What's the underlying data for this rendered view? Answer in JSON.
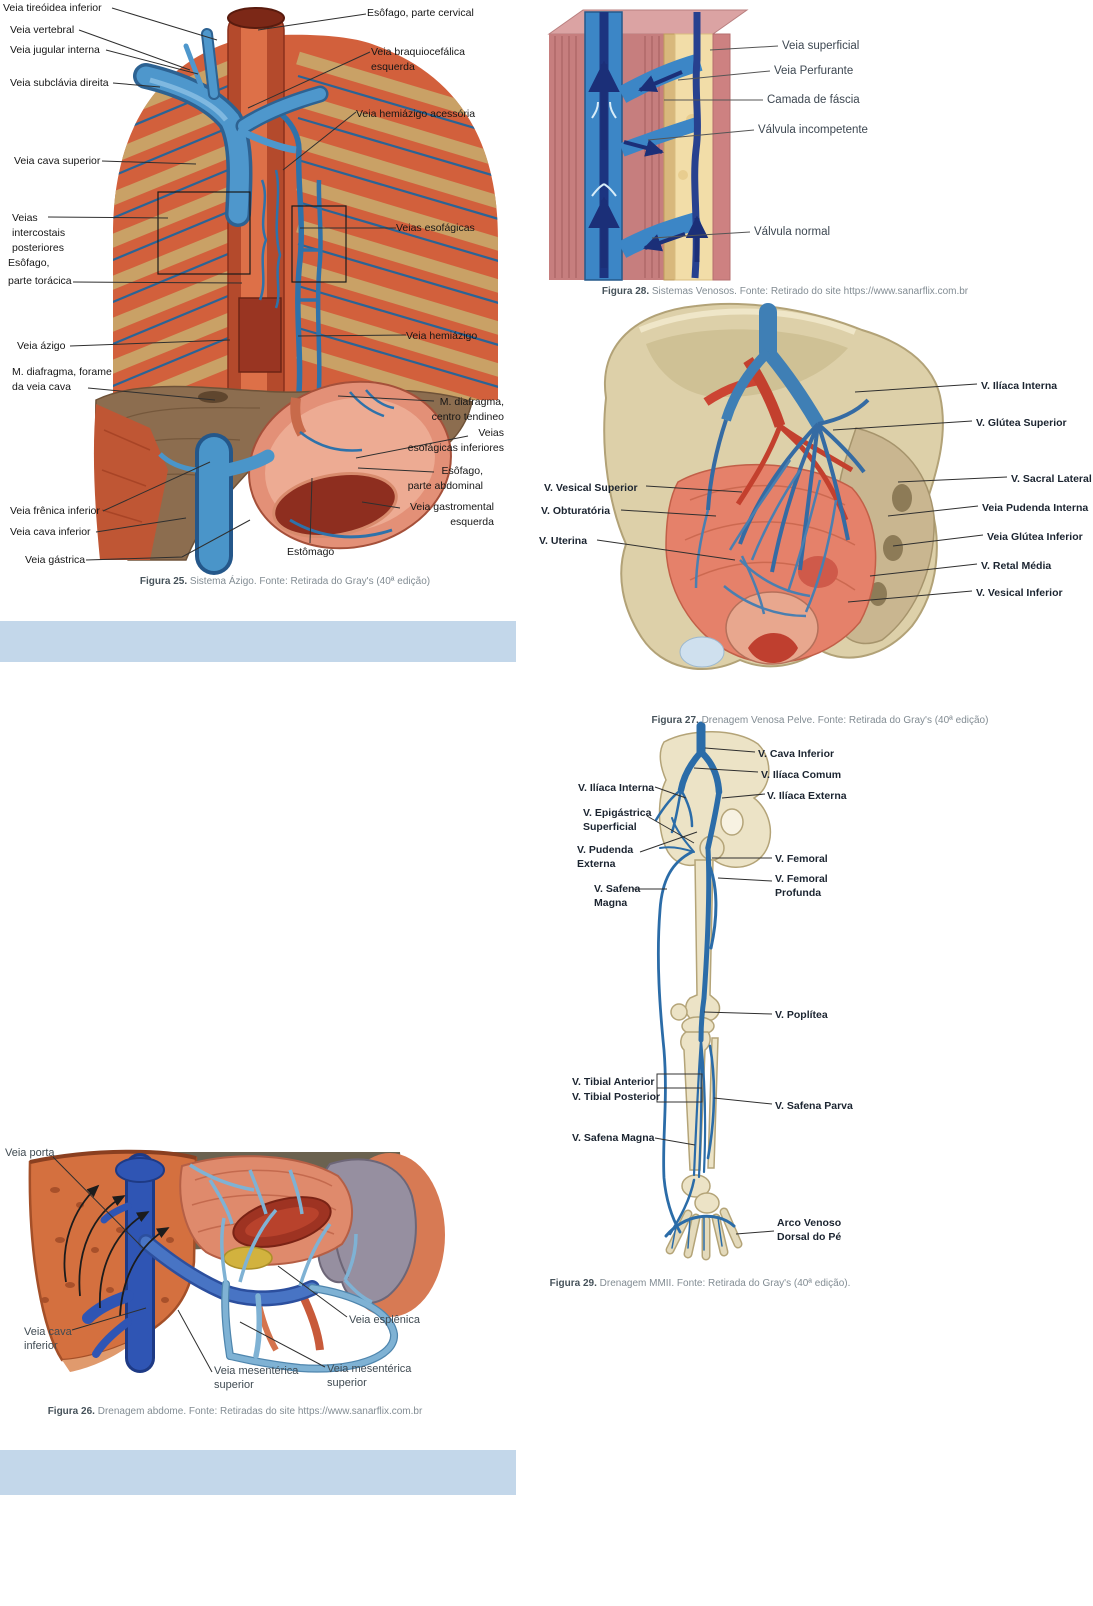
{
  "bars": {
    "color": "#c3d7ea"
  },
  "fig25": {
    "caption": {
      "bold": "Figura 25.",
      "rest": " Sistema Ázigo. Fonte: Retirada do Gray's (40ª edição)"
    },
    "labels": {
      "tireoidea": "Veia tireóidea inferior",
      "vertebral": "Veia vertebral",
      "jugular": "Veia jugular interna",
      "subclavia": "Veia subclávia direita",
      "cava_superior": "Veia cava superior",
      "intercostais": [
        "Veias",
        "intercostais",
        "posteriores"
      ],
      "esofago_toracica": [
        "Esôfago,",
        "parte torácica"
      ],
      "azigo": "Veia ázigo",
      "diafragma_forame": [
        "M. diafragma, forame",
        "da veia cava"
      ],
      "frenica": "Veia frênica inferior",
      "cava_inferior": "Veia cava inferior",
      "gastrica": "Veia gástrica",
      "esofago_cervical": "Esôfago, parte cervical",
      "braquiocefalica": [
        "Veia braquiocefálica",
        "esquerda"
      ],
      "hemiazigo_acessoria": "Veia hemiázigo acessória",
      "esofagicas": "Veias esofágicas",
      "hemiazigo": "Veia hemiázigo",
      "diafragma_centro": [
        "M. diafragma,",
        "centro tendineo"
      ],
      "esofagicas_inferiores": [
        "Veias",
        "esofágicas inferiores"
      ],
      "esofago_abdominal": [
        "Esôfago,",
        "parte abdominal"
      ],
      "gastromental": [
        "Veia gastromental",
        "esquerda"
      ],
      "estomago": "Estômago"
    }
  },
  "fig28": {
    "caption": {
      "bold": "Figura 28.",
      "rest": " Sistemas Venosos. Fonte: Retirado do site https://www.sanarflix.com.br"
    },
    "labels": {
      "superficial": "Veia superficial",
      "perfurante": "Veia Perfurante",
      "fascia": "Camada de fáscia",
      "valvula_incompetente": "Válvula incompetente",
      "valvula_normal": "Válvula normal"
    }
  },
  "fig27": {
    "caption": {
      "bold": "Figura 27.",
      "rest": " Drenagem Venosa Pelve. Fonte: Retirada do Gray's (40ª edição)"
    },
    "labels": {
      "vesical_superior": "V. Vesical Superior",
      "obturatoria": "V. Obturatória",
      "uterina": "V. Uterina",
      "iliaca_interna": "V. Ilíaca Interna",
      "glutea_superior": "V. Glútea Superior",
      "sacral_lateral": "V. Sacral Lateral",
      "pudenda_interna": "Veia Pudenda Interna",
      "glutea_inferior": "Veia Glútea Inferior",
      "retal_media": "V. Retal Média",
      "vesical_inferior": "V. Vesical Inferior"
    }
  },
  "fig29": {
    "caption": {
      "bold": "Figura 29.",
      "rest": " Drenagem MMII. Fonte: Retirada do Gray's (40ª edição)."
    },
    "labels": {
      "cava_inferior": "V. Cava Inferior",
      "iliaca_comum": "V. Ilíaca Comum",
      "iliaca_externa": "V. Ilíaca Externa",
      "iliaca_interna": "V. Ilíaca Interna",
      "epigastrica": [
        "V. Epigástrica",
        "Superficial"
      ],
      "pudenda_externa": [
        "V. Pudenda",
        "Externa"
      ],
      "safena_magna": [
        "V. Safena",
        "Magna"
      ],
      "femoral": "V. Femoral",
      "femoral_profunda": [
        "V. Femoral",
        "Profunda"
      ],
      "poplitea": "V. Poplítea",
      "tibial_anterior": "V. Tibial Anterior",
      "tibial_posterior": "V. Tibial Posterior",
      "safena_parva": "V. Safena Parva",
      "safena_magna_distal": "V. Safena Magna",
      "arco_venoso": [
        "Arco Venoso",
        "Dorsal do Pé"
      ]
    }
  },
  "fig26": {
    "caption": {
      "bold": "Figura 26.",
      "rest": " Drenagem abdome. Fonte: Retiradas do site https://www.sanarflix.com.br"
    },
    "labels": {
      "porta": "Veia porta",
      "cava_inferior": [
        "Veia cava",
        "inferior"
      ],
      "mesenterica_superior_esq": [
        "Veia mesentérica",
        "superior"
      ],
      "esplenica": "Veia esplênica",
      "mesenterica_superior_dir": [
        "Veia mesentérica",
        "superior"
      ]
    }
  }
}
